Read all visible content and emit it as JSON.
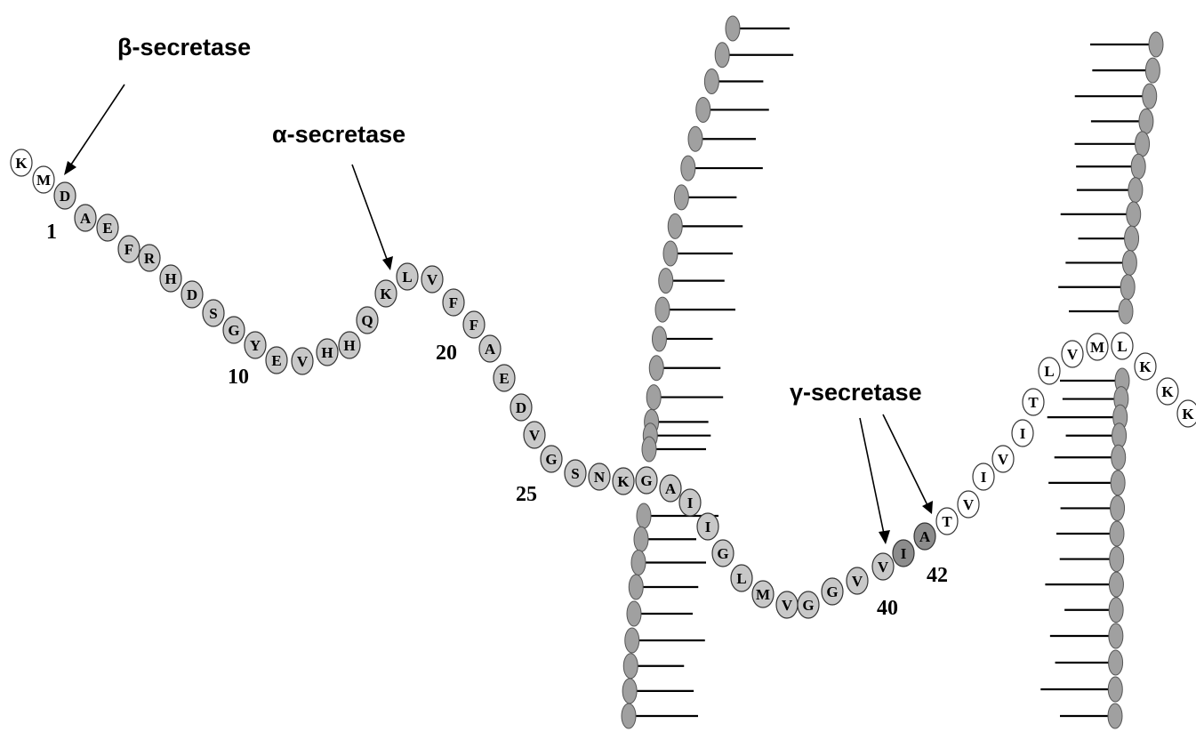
{
  "enzymes": {
    "beta": "β-secretase",
    "alpha": "α-secretase",
    "gamma": "γ-secretase"
  },
  "position_numbers": [
    "1",
    "10",
    "20",
    "25",
    "40",
    "42"
  ],
  "sequence": [
    "K",
    "M",
    "D",
    "A",
    "E",
    "F",
    "R",
    "H",
    "D",
    "S",
    "G",
    "Y",
    "E",
    "V",
    "H",
    "H",
    "Q",
    "K",
    "L",
    "V",
    "F",
    "F",
    "A",
    "E",
    "D",
    "V",
    "G",
    "S",
    "N",
    "K",
    "G",
    "A",
    "I",
    "I",
    "G",
    "L",
    "M",
    "V",
    "G",
    "G",
    "V",
    "V",
    "I",
    "A",
    "T",
    "V",
    "I",
    "V",
    "I",
    "T",
    "L",
    "V",
    "M",
    "L",
    "K",
    "K",
    "K"
  ],
  "residue_shading": {
    "white": [
      0,
      1,
      44,
      45,
      46,
      47,
      48,
      49,
      50,
      51,
      52,
      53,
      54,
      55,
      56
    ],
    "dark": [
      42,
      43
    ]
  },
  "colors": {
    "light_residue": "#c8c8c8",
    "dark_residue": "#8c8c8c",
    "white_residue": "#ffffff",
    "lipid_head": "#a0a0a0",
    "line": "#000000",
    "background": "#ffffff"
  }
}
